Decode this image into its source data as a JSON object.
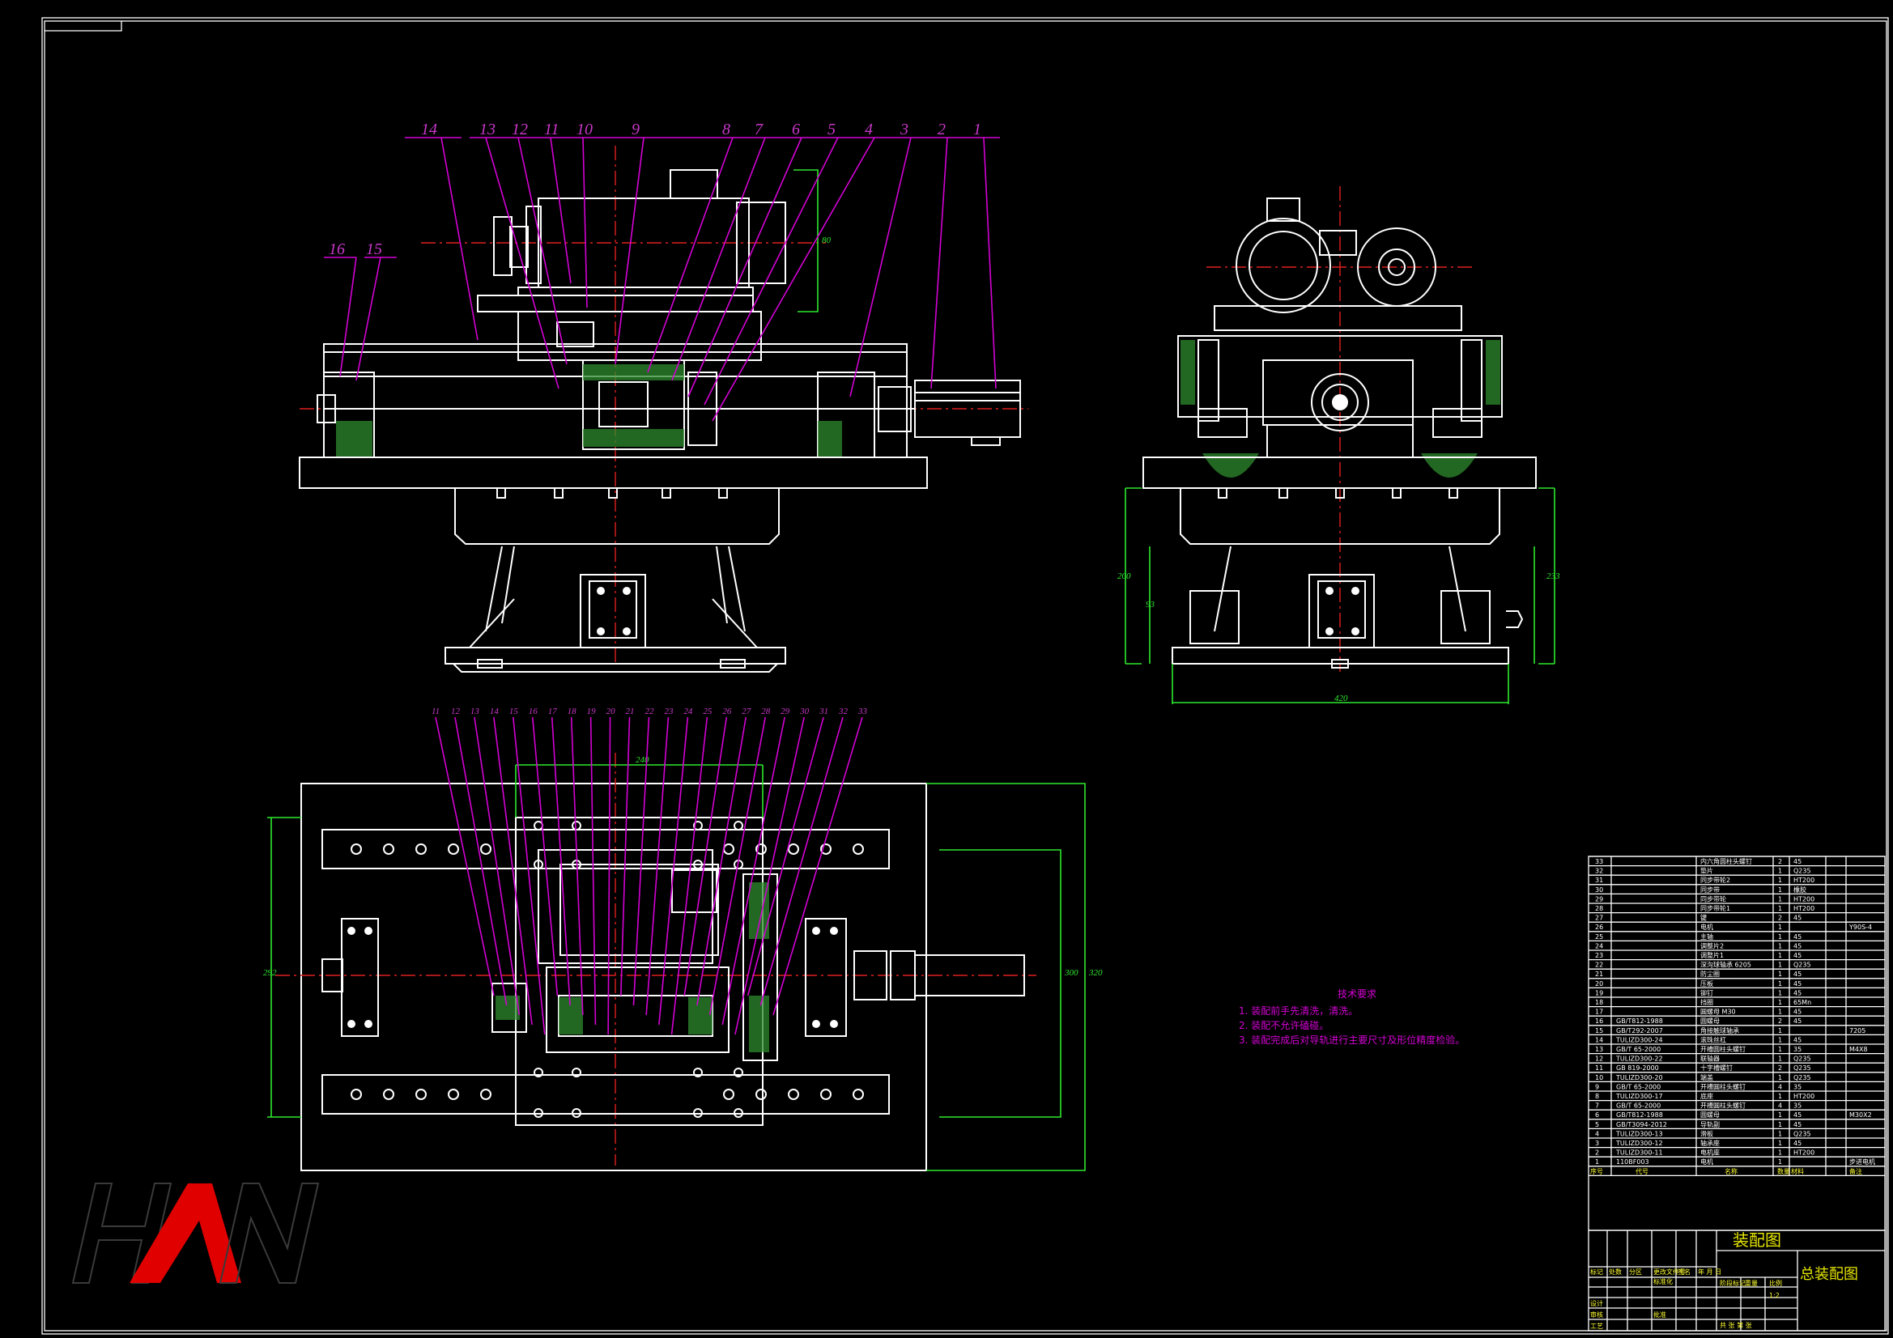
{
  "balloons_top": [
    "14",
    "13",
    "12",
    "11",
    "10",
    "9",
    "8",
    "7",
    "6",
    "5",
    "4",
    "3",
    "2",
    "1"
  ],
  "balloons_left": [
    "16",
    "15"
  ],
  "balloons_plan": [
    "11",
    "12",
    "13",
    "14",
    "15",
    "16",
    "17",
    "18",
    "19",
    "20",
    "21",
    "22",
    "23",
    "24",
    "25",
    "26",
    "27",
    "28",
    "29",
    "30",
    "31",
    "32",
    "33"
  ],
  "notes": {
    "heading": "技术要求",
    "items": [
      "1. 装配前手先清洗，清洗。",
      "2. 装配不允许磕碰。",
      "3. 装配完成后对导轨进行主要尺寸及形位精度检验。"
    ]
  },
  "bom_header": [
    "序号",
    "代号",
    "名称",
    "数量",
    "材料",
    "备注"
  ],
  "bom": [
    {
      "no": "33",
      "code": "",
      "name": "内六角圆柱头螺钉",
      "qty": "2",
      "mat": "45",
      "note": ""
    },
    {
      "no": "32",
      "code": "",
      "name": "垫片",
      "qty": "1",
      "mat": "Q235",
      "note": ""
    },
    {
      "no": "31",
      "code": "",
      "name": "同步带轮2",
      "qty": "1",
      "mat": "HT200",
      "note": ""
    },
    {
      "no": "30",
      "code": "",
      "name": "同步带",
      "qty": "1",
      "mat": "橡胶",
      "note": ""
    },
    {
      "no": "29",
      "code": "",
      "name": "同步带轮",
      "qty": "1",
      "mat": "HT200",
      "note": ""
    },
    {
      "no": "28",
      "code": "",
      "name": "同步带轮1",
      "qty": "1",
      "mat": "HT200",
      "note": ""
    },
    {
      "no": "27",
      "code": "",
      "name": "键",
      "qty": "2",
      "mat": "45",
      "note": ""
    },
    {
      "no": "26",
      "code": "",
      "name": "电机",
      "qty": "1",
      "mat": "",
      "note": "Y90S-4"
    },
    {
      "no": "25",
      "code": "",
      "name": "主轴",
      "qty": "1",
      "mat": "45",
      "note": ""
    },
    {
      "no": "24",
      "code": "",
      "name": "调整片2",
      "qty": "1",
      "mat": "45",
      "note": ""
    },
    {
      "no": "23",
      "code": "",
      "name": "调整片1",
      "qty": "1",
      "mat": "45",
      "note": ""
    },
    {
      "no": "22",
      "code": "",
      "name": "深沟球轴承 6205",
      "qty": "1",
      "mat": "Q235",
      "note": ""
    },
    {
      "no": "21",
      "code": "",
      "name": "防尘圈",
      "qty": "1",
      "mat": "45",
      "note": ""
    },
    {
      "no": "20",
      "code": "",
      "name": "压板",
      "qty": "1",
      "mat": "45",
      "note": ""
    },
    {
      "no": "19",
      "code": "",
      "name": "铆钉",
      "qty": "1",
      "mat": "45",
      "note": ""
    },
    {
      "no": "18",
      "code": "",
      "name": "挡圈",
      "qty": "1",
      "mat": "65Mn",
      "note": ""
    },
    {
      "no": "17",
      "code": "",
      "name": "圆螺母 M30",
      "qty": "1",
      "mat": "45",
      "note": ""
    },
    {
      "no": "16",
      "code": "GB/T812-1988",
      "name": "圆螺母",
      "qty": "2",
      "mat": "45",
      "note": ""
    },
    {
      "no": "15",
      "code": "GB/T292-2007",
      "name": "角接触球轴承",
      "qty": "1",
      "mat": "",
      "note": "7205"
    },
    {
      "no": "14",
      "code": "TULIZD300-24",
      "name": "滚珠丝杠",
      "qty": "1",
      "mat": "45",
      "note": ""
    },
    {
      "no": "13",
      "code": "GB/T 65-2000",
      "name": "开槽圆柱头螺钉",
      "qty": "1",
      "mat": "35",
      "note": "M4X8"
    },
    {
      "no": "12",
      "code": "TULIZD300-22",
      "name": "联轴器",
      "qty": "1",
      "mat": "Q235",
      "note": ""
    },
    {
      "no": "11",
      "code": "GB 819-2000",
      "name": "十字槽螺钉",
      "qty": "2",
      "mat": "Q235",
      "note": ""
    },
    {
      "no": "10",
      "code": "TULIZD300-20",
      "name": "端盖",
      "qty": "1",
      "mat": "Q235",
      "note": ""
    },
    {
      "no": "9",
      "code": "GB/T 65-2000",
      "name": "开槽圆柱头螺钉",
      "qty": "4",
      "mat": "35",
      "note": ""
    },
    {
      "no": "8",
      "code": "TULIZD300-17",
      "name": "底座",
      "qty": "1",
      "mat": "HT200",
      "note": ""
    },
    {
      "no": "7",
      "code": "GB/T 65-2000",
      "name": "开槽圆柱头螺钉",
      "qty": "4",
      "mat": "35",
      "note": ""
    },
    {
      "no": "6",
      "code": "GB/T812-1988",
      "name": "圆螺母",
      "qty": "1",
      "mat": "45",
      "note": "M30X2"
    },
    {
      "no": "5",
      "code": "GB/T3094-2012",
      "name": "导轨副",
      "qty": "1",
      "mat": "45",
      "note": ""
    },
    {
      "no": "4",
      "code": "TULIZD300-13",
      "name": "滑板",
      "qty": "1",
      "mat": "Q235",
      "note": ""
    },
    {
      "no": "3",
      "code": "TULIZD300-12",
      "name": "轴承座",
      "qty": "1",
      "mat": "45",
      "note": ""
    },
    {
      "no": "2",
      "code": "TULIZD300-11",
      "name": "电机座",
      "qty": "1",
      "mat": "HT200",
      "note": ""
    },
    {
      "no": "1",
      "code": "110BF003",
      "name": "电机",
      "qty": "1",
      "mat": "",
      "note": "步进电机"
    }
  ],
  "title_block": {
    "drawing_title": "装配图",
    "main_title": "总装配图",
    "labels_row": [
      "标记",
      "处数",
      "分区",
      "更改文件号",
      "签名",
      "年 月 日"
    ],
    "labels_left": [
      "设计",
      "审核",
      "工艺"
    ],
    "labels_mid": [
      "标准化",
      "批准"
    ],
    "labels_stage": [
      "阶段标记",
      "重量",
      "比例"
    ],
    "scale": "1:2",
    "sheet": "共 张 第 张"
  },
  "logo": "HAN"
}
